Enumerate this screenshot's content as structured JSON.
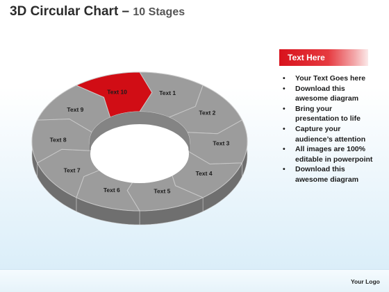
{
  "title": {
    "main": "3D Circular Chart",
    "dash": " – ",
    "sub": "10 Stages"
  },
  "diagram": {
    "segments": [
      {
        "label": "Text 1",
        "highlighted": false
      },
      {
        "label": "Text 2",
        "highlighted": false
      },
      {
        "label": "Text 3",
        "highlighted": false
      },
      {
        "label": "Text 4",
        "highlighted": false
      },
      {
        "label": "Text 5",
        "highlighted": false
      },
      {
        "label": "Text 6",
        "highlighted": false
      },
      {
        "label": "Text 7",
        "highlighted": false
      },
      {
        "label": "Text 8",
        "highlighted": false
      },
      {
        "label": "Text 9",
        "highlighted": false
      },
      {
        "label": "Text 10",
        "highlighted": true
      }
    ],
    "colors": {
      "top": "#9c9c9c",
      "side": "#6f6f6f",
      "highlight_top": "#d10d15",
      "highlight_side": "#9b0a10",
      "separator": "#c9c9c9"
    }
  },
  "panel": {
    "header": "Text Here",
    "bullets": [
      "Your Text Goes here",
      "Download this awesome diagram",
      "Bring your presentation to life",
      "Capture your audience’s attention",
      "All images are 100% editable in powerpoint",
      "Download this awesome diagram"
    ]
  },
  "footer": {
    "logo": "Your Logo"
  }
}
